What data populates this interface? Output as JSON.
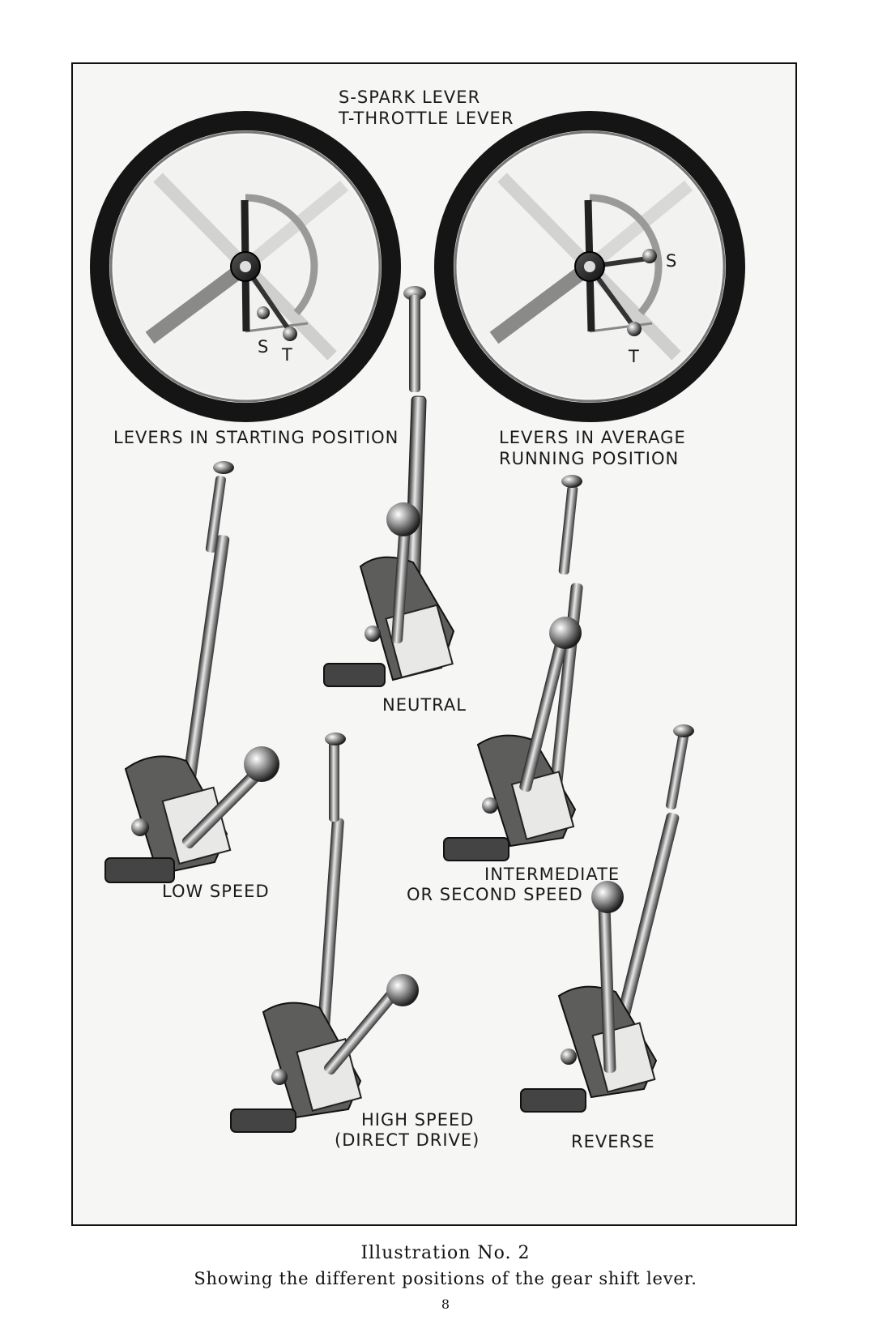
{
  "legend": {
    "line1": "S-SPARK LEVER",
    "line2": "T-THROTTLE LEVER"
  },
  "wheels": {
    "left": {
      "caption": "LEVERS IN STARTING POSITION",
      "s_mark": "S",
      "t_mark": "T"
    },
    "right": {
      "caption_line1": "LEVERS IN AVERAGE",
      "caption_line2": "RUNNING POSITION",
      "s_mark": "S",
      "t_mark": "T"
    }
  },
  "gear_positions": {
    "neutral": "NEUTRAL",
    "low": "LOW SPEED",
    "intermediate_line1": "INTERMEDIATE",
    "intermediate_line2": "OR SECOND SPEED",
    "high_line1": "HIGH SPEED",
    "high_line2": "(DIRECT DRIVE)",
    "reverse": "REVERSE"
  },
  "caption": {
    "title": "Illustration No. 2",
    "description": "Showing the different positions of the gear shift lever."
  },
  "page_number": "8"
}
